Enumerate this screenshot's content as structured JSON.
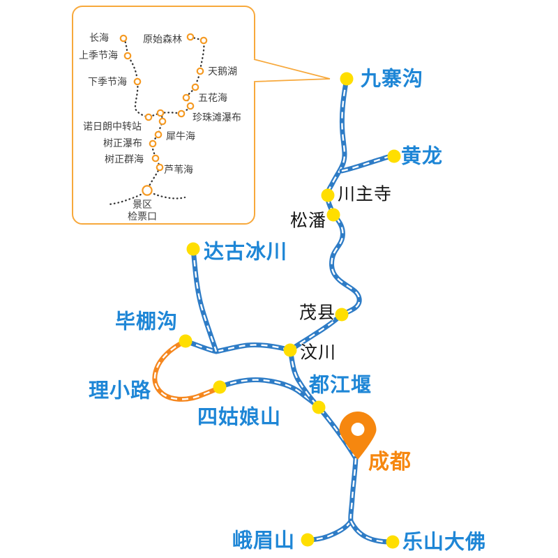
{
  "colors": {
    "road_blue": "#2E7CC6",
    "label_blue": "#1E86D6",
    "capital_orange": "#F6870F",
    "road_orange": "#F5871F",
    "node_yellow": "#FFDE00",
    "inset_border_orange": "#F7A83B",
    "inset_node_orange": "#F59A23",
    "dotted_trail": "#333333",
    "city_label": "#141414"
  },
  "map": {
    "places": [
      {
        "label": "九寨沟",
        "type": "scenic"
      },
      {
        "label": "黄龙",
        "type": "scenic"
      },
      {
        "label": "川主寺",
        "type": "city"
      },
      {
        "label": "松潘",
        "type": "city"
      },
      {
        "label": "茂县",
        "type": "city"
      },
      {
        "label": "汶川",
        "type": "city"
      },
      {
        "label": "达古冰川",
        "type": "scenic"
      },
      {
        "label": "毕棚沟",
        "type": "scenic"
      },
      {
        "label": "理小路",
        "type": "scenic-road"
      },
      {
        "label": "四姑娘山",
        "type": "scenic"
      },
      {
        "label": "都江堰",
        "type": "scenic"
      },
      {
        "label": "成都",
        "type": "capital-pin"
      },
      {
        "label": "峨眉山",
        "type": "scenic"
      },
      {
        "label": "乐山大佛",
        "type": "scenic"
      }
    ]
  },
  "inset": {
    "labels": [
      "长海",
      "上季节海",
      "下季节海",
      "原始森林",
      "天鹅湖",
      "五花海",
      "珍珠滩瀑布",
      "诺日朗中转站",
      "犀牛海",
      "树正瀑布",
      "树正群海",
      "芦苇海"
    ],
    "gate_line1": "景区",
    "gate_line2": "检票口"
  }
}
